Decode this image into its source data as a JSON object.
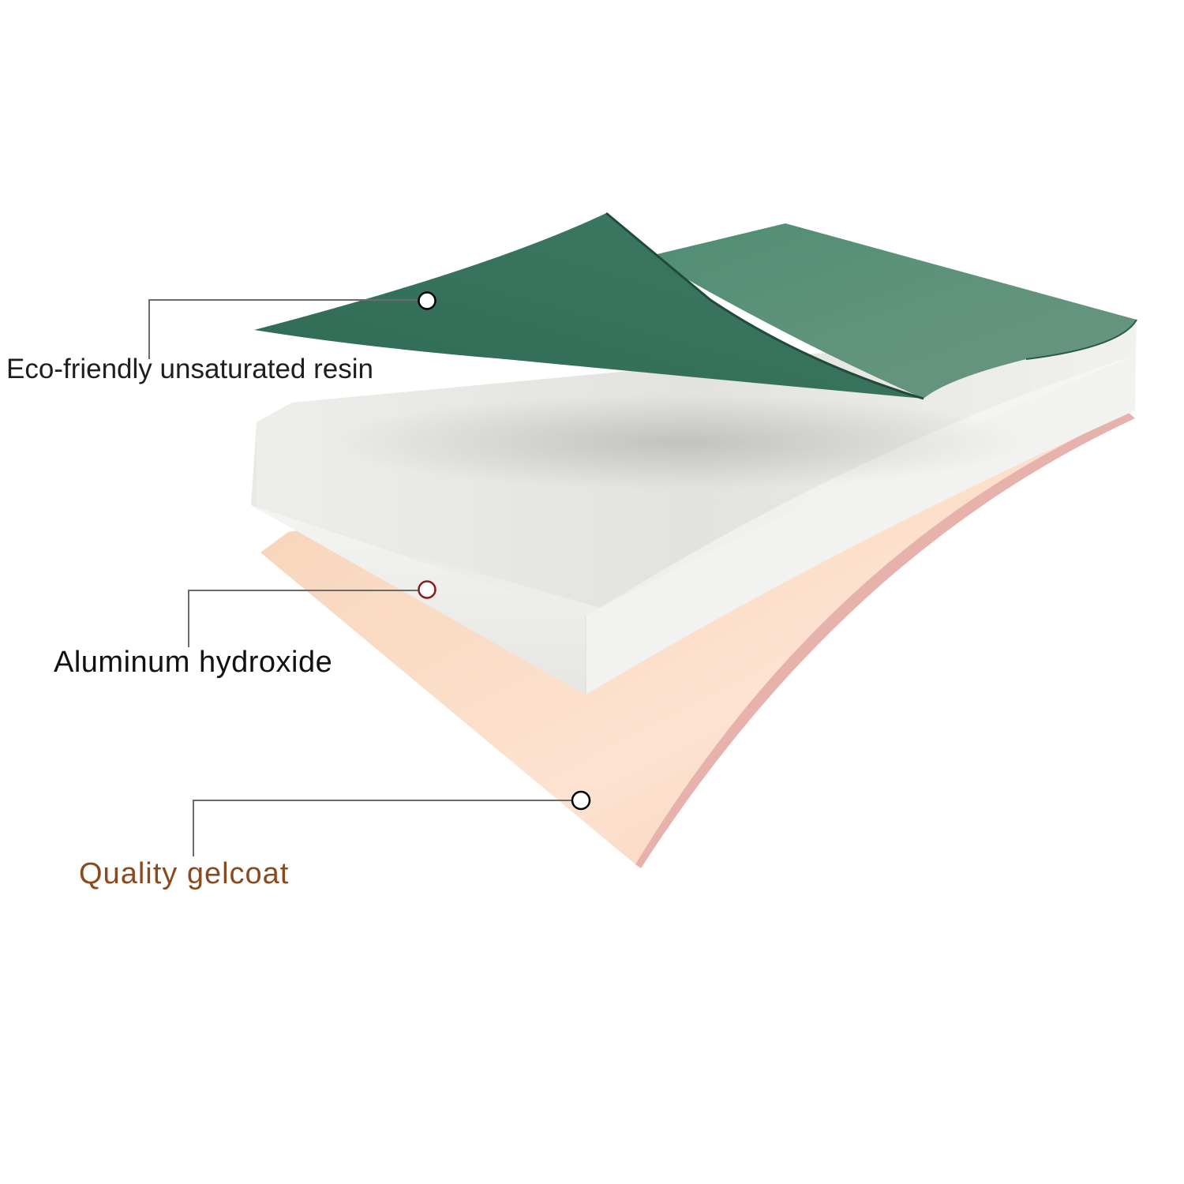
{
  "layers": [
    {
      "id": "resin",
      "label": "Eco-friendly unsaturated resin",
      "color": "#1e1e1e",
      "fill": "#4c8a72"
    },
    {
      "id": "ath",
      "label": "Aluminum hydroxide",
      "color": "#111111",
      "fill": "#ebebe8"
    },
    {
      "id": "gel",
      "label": "Quality gelcoat",
      "color": "#8b4a1e",
      "fill": "#fbdcc6"
    }
  ],
  "colors": {
    "leader_line": "#6b6b6b",
    "marker_dark": "#000000",
    "marker_red": "#8b1a1a"
  }
}
